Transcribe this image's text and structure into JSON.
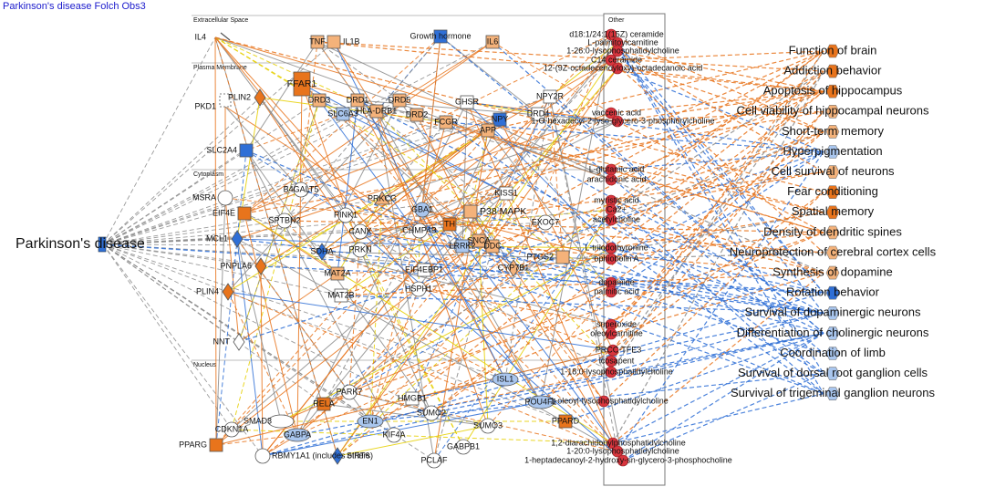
{
  "title": "Parkinson's disease Folch Obs3",
  "compartments": [
    "Extracellular Space",
    "Plasma Membrane",
    "Cytoplasm",
    "Nucleus"
  ],
  "other_label": "Other",
  "hub": {
    "label": "Parkinson's disease",
    "color": "#2f6fd6"
  },
  "colors": {
    "upregulated_strong": "#e8741c",
    "upregulated_light": "#f4b27a",
    "downregulated_strong": "#2f6fd6",
    "downregulated_light": "#a9c6ee",
    "measured_red": "#d9353d",
    "neutral": "#ffffff",
    "edge_orange": "#e8741c",
    "edge_blue": "#2f6fd6",
    "edge_yellow": "#e6cf00",
    "edge_gray": "#8a8a8a"
  },
  "nodes": [
    {
      "id": "IL4",
      "label": "IL4",
      "shape": "slash",
      "color": "neutral"
    },
    {
      "id": "TNF",
      "label": "TNF",
      "shape": "square",
      "color": "upregulated_light"
    },
    {
      "id": "IL1B",
      "label": "IL1B",
      "shape": "square",
      "color": "upregulated_light"
    },
    {
      "id": "GH",
      "label": "Growth hormone",
      "shape": "square",
      "color": "downregulated_strong"
    },
    {
      "id": "IL6",
      "label": "IL6",
      "shape": "square",
      "color": "upregulated_light"
    },
    {
      "id": "FFAR1",
      "label": "FFAR1",
      "shape": "rect",
      "color": "upregulated_strong"
    },
    {
      "id": "PLIN2",
      "label": "PLIN2",
      "shape": "diamond",
      "color": "upregulated_strong"
    },
    {
      "id": "PKD1",
      "label": "PKD1",
      "shape": "dashedbox",
      "color": "neutral"
    },
    {
      "id": "DRD3",
      "label": "DRD3",
      "shape": "square",
      "color": "upregulated_light"
    },
    {
      "id": "DRD1",
      "label": "DRD1",
      "shape": "square",
      "color": "upregulated_light"
    },
    {
      "id": "DRD5",
      "label": "DRD5",
      "shape": "square",
      "color": "upregulated_light"
    },
    {
      "id": "HLA",
      "label": "HLA-DRB1",
      "shape": "square",
      "color": "upregulated_light"
    },
    {
      "id": "SLC6A3",
      "label": "SLC6A3",
      "shape": "square",
      "color": "downregulated_light"
    },
    {
      "id": "DRD2",
      "label": "DRD2",
      "shape": "square",
      "color": "upregulated_light"
    },
    {
      "id": "FCGR",
      "label": "FCGR",
      "shape": "square",
      "color": "upregulated_light"
    },
    {
      "id": "GHSR",
      "label": "GHSR",
      "shape": "square",
      "color": "neutral"
    },
    {
      "id": "NPY",
      "label": "NPY",
      "shape": "square",
      "color": "downregulated_strong"
    },
    {
      "id": "DRD4",
      "label": "DRD4",
      "shape": "square",
      "color": "neutral"
    },
    {
      "id": "NPY2R",
      "label": "NPY2R",
      "shape": "square",
      "color": "neutral"
    },
    {
      "id": "APP",
      "label": "APP",
      "shape": "square",
      "color": "upregulated_light"
    },
    {
      "id": "SLC2A4",
      "label": "SLC2A4",
      "shape": "square",
      "color": "downregulated_strong"
    },
    {
      "id": "MSRA",
      "label": "MSRA",
      "shape": "circle",
      "color": "neutral"
    },
    {
      "id": "B4GALT5",
      "label": "B4GALT5",
      "shape": "circle",
      "color": "neutral"
    },
    {
      "id": "EIF4E",
      "label": "EIF4E",
      "shape": "square",
      "color": "upregulated_strong"
    },
    {
      "id": "SPTBN2",
      "label": "SPTBN2",
      "shape": "circle",
      "color": "neutral"
    },
    {
      "id": "PINK1",
      "label": "PINK1",
      "shape": "circle",
      "color": "neutral"
    },
    {
      "id": "PRKCG",
      "label": "PRKCG",
      "shape": "triangle",
      "color": "upregulated_light"
    },
    {
      "id": "GBA1",
      "label": "GBA1",
      "shape": "circle",
      "color": "downregulated_light"
    },
    {
      "id": "P38",
      "label": "P38 MAPK",
      "shape": "square",
      "color": "upregulated_light"
    },
    {
      "id": "KISS1",
      "label": "KISS1",
      "shape": "square",
      "color": "neutral"
    },
    {
      "id": "MCL1",
      "label": "MCL1",
      "shape": "diamond",
      "color": "downregulated_strong"
    },
    {
      "id": "SDHA",
      "label": "SDHA",
      "shape": "diamond",
      "color": "downregulated_strong"
    },
    {
      "id": "CANX",
      "label": "CANX",
      "shape": "circle",
      "color": "neutral"
    },
    {
      "id": "CHMP4B",
      "label": "CHMP4B",
      "shape": "circle",
      "color": "neutral"
    },
    {
      "id": "TH",
      "label": "TH",
      "shape": "square",
      "color": "upregulated_strong"
    },
    {
      "id": "SNCA",
      "label": "SNCA",
      "shape": "square",
      "color": "upregulated_light"
    },
    {
      "id": "DDC",
      "label": "DDC",
      "shape": "square",
      "color": "upregulated_light"
    },
    {
      "id": "LRRK2",
      "label": "LRRK2",
      "shape": "square",
      "color": "downregulated_light"
    },
    {
      "id": "EXOC7",
      "label": "EXOC7",
      "shape": "circle",
      "color": "neutral"
    },
    {
      "id": "PTGS2",
      "label": "PTGS2",
      "shape": "square",
      "color": "upregulated_light"
    },
    {
      "id": "PNPLA6",
      "label": "PNPLA6",
      "shape": "diamond",
      "color": "upregulated_strong"
    },
    {
      "id": "PRKN",
      "label": "PRKN",
      "shape": "circle",
      "color": "neutral"
    },
    {
      "id": "MAT2A",
      "label": "MAT2A",
      "shape": "square",
      "color": "upregulated_light"
    },
    {
      "id": "EIF4EBP1",
      "label": "EIF4EBP1",
      "shape": "square",
      "color": "neutral"
    },
    {
      "id": "CYP7B1",
      "label": "CYP7B1",
      "shape": "diamond",
      "color": "upregulated_light"
    },
    {
      "id": "PLIN4",
      "label": "PLIN4",
      "shape": "diamond",
      "color": "upregulated_strong"
    },
    {
      "id": "MAT2B",
      "label": "MAT2B",
      "shape": "square",
      "color": "neutral"
    },
    {
      "id": "HSPH1",
      "label": "HSPH1",
      "shape": "circle",
      "color": "neutral"
    },
    {
      "id": "NNT",
      "label": "NNT",
      "shape": "diamond",
      "color": "neutral"
    },
    {
      "id": "PARK7",
      "label": "PARK7",
      "shape": "circle",
      "color": "neutral"
    },
    {
      "id": "RELA",
      "label": "RELA",
      "shape": "square",
      "color": "upregulated_strong"
    },
    {
      "id": "HMGB1",
      "label": "HMGB1",
      "shape": "square",
      "color": "neutral"
    },
    {
      "id": "ISL1",
      "label": "ISL1",
      "shape": "ellipse",
      "color": "downregulated_light"
    },
    {
      "id": "POU4F1",
      "label": "POU4F1",
      "shape": "ellipse",
      "color": "downregulated_light"
    },
    {
      "id": "SUMO2",
      "label": "SUMO2",
      "shape": "circle",
      "color": "neutral"
    },
    {
      "id": "SUMO3",
      "label": "SUMO3",
      "shape": "circle",
      "color": "neutral"
    },
    {
      "id": "CDKN1A",
      "label": "CDKN1A",
      "shape": "circle",
      "color": "neutral"
    },
    {
      "id": "SMAD3",
      "label": "SMAD3",
      "shape": "ellipse",
      "color": "neutral"
    },
    {
      "id": "EN1",
      "label": "EN1",
      "shape": "ellipse",
      "color": "downregulated_light"
    },
    {
      "id": "GABPA",
      "label": "GABPA",
      "shape": "ellipse",
      "color": "downregulated_light"
    },
    {
      "id": "KIF4A",
      "label": "KIF4A",
      "shape": "circle",
      "color": "neutral"
    },
    {
      "id": "GABPB1",
      "label": "GABPB1",
      "shape": "circle",
      "color": "neutral"
    },
    {
      "id": "PPARD",
      "label": "PPARD",
      "shape": "square",
      "color": "upregulated_strong"
    },
    {
      "id": "PPARG",
      "label": "PPARG",
      "shape": "square",
      "color": "upregulated_strong"
    },
    {
      "id": "RBMY1A1",
      "label": "RBMY1A1 (includes others)",
      "shape": "circle",
      "color": "neutral"
    },
    {
      "id": "SIRT6",
      "label": "SIRT6",
      "shape": "diamond",
      "color": "downregulated_strong"
    },
    {
      "id": "PCLAF",
      "label": "PCLAF",
      "shape": "circle",
      "color": "neutral"
    }
  ],
  "metabolites": [
    {
      "id": "m1",
      "label": "d18:1/24:1(15Z) ceramide",
      "color": "measured_red"
    },
    {
      "id": "m2",
      "label": "L-palmitoylcarnitine",
      "color": "measured_red"
    },
    {
      "id": "m3",
      "label": "1-26:0-lysophosphatidylcholine",
      "color": "measured_red"
    },
    {
      "id": "m4",
      "label": "C14 ceramide",
      "color": "measured_red"
    },
    {
      "id": "m5",
      "label": "12-(9Z-octadecenoyloxy)-octadecanoic acid",
      "color": "measured_red"
    },
    {
      "id": "m6",
      "label": "vaccenic acid",
      "color": "measured_red"
    },
    {
      "id": "m7",
      "label": "1-O-hexadecyl-2-lyso-glycero-3-phosphorylcholine",
      "color": "measured_red"
    },
    {
      "id": "m8",
      "label": "L-glutamic acid",
      "color": "measured_red"
    },
    {
      "id": "m9",
      "label": "arachidonic acid",
      "color": "measured_red"
    },
    {
      "id": "m10",
      "label": "myristic acid",
      "color": "measured_red"
    },
    {
      "id": "m11",
      "label": "Ca2+",
      "color": "measured_red"
    },
    {
      "id": "m12",
      "label": "acetylcholine",
      "color": "measured_red"
    },
    {
      "id": "m13",
      "label": "L-triiodothyronine",
      "color": "measured_red"
    },
    {
      "id": "m14",
      "label": "ophiobolin A",
      "color": "measured_red"
    },
    {
      "id": "m15",
      "label": "dopamine",
      "color": "measured_red"
    },
    {
      "id": "m16",
      "label": "palmitic acid",
      "color": "measured_red"
    },
    {
      "id": "m17",
      "label": "superoxide",
      "color": "measured_red"
    },
    {
      "id": "m18",
      "label": "oleoylcarnitine",
      "color": "measured_red"
    },
    {
      "id": "m19",
      "label": "PRCC-TFE3",
      "color": "measured_red"
    },
    {
      "id": "m20",
      "label": "icosapent",
      "color": "measured_red"
    },
    {
      "id": "m21",
      "label": "1-18:0-lysophosphatidylcholine",
      "color": "measured_red"
    },
    {
      "id": "m22",
      "label": "1-oleoyl-lysophosphatidylcholine",
      "color": "measured_red"
    },
    {
      "id": "m23",
      "label": "1,2-diarachidonylphosphatidylcholine",
      "color": "measured_red"
    },
    {
      "id": "m24",
      "label": "1-20:0-lysophosphatidylcholine",
      "color": "measured_red"
    },
    {
      "id": "m25",
      "label": "1-heptadecanoyl-2-hydroxy-sn-glycero-3-phosphocholine",
      "color": "measured_red"
    }
  ],
  "functions": [
    {
      "label": "Function of brain",
      "color": "upregulated_strong"
    },
    {
      "label": "Addiction behavior",
      "color": "upregulated_strong"
    },
    {
      "label": "Apoptosis of hippocampus",
      "color": "upregulated_strong"
    },
    {
      "label": "Cell viability of hippocampal neurons",
      "color": "upregulated_light"
    },
    {
      "label": "Short-term memory",
      "color": "upregulated_light"
    },
    {
      "label": "Hyperpigmentation",
      "color": "downregulated_light"
    },
    {
      "label": "Cell survival of neurons",
      "color": "upregulated_light"
    },
    {
      "label": "Fear conditioning",
      "color": "upregulated_strong"
    },
    {
      "label": "Spatial memory",
      "color": "upregulated_strong"
    },
    {
      "label": "Density of dendritic spines",
      "color": "upregulated_light"
    },
    {
      "label": "Neuroprotection of cerebral cortex cells",
      "color": "upregulated_light"
    },
    {
      "label": "Synthesis of dopamine",
      "color": "upregulated_light"
    },
    {
      "label": "Rotation behavior",
      "color": "downregulated_strong"
    },
    {
      "label": "Survival of dopaminergic neurons",
      "color": "downregulated_light"
    },
    {
      "label": "Differentiation of cholinergic neurons",
      "color": "downregulated_light"
    },
    {
      "label": "Coordination of limb",
      "color": "downregulated_light"
    },
    {
      "label": "Survival of dorsal root ganglion cells",
      "color": "downregulated_light"
    },
    {
      "label": "Survival of trigeminal ganglion neurons",
      "color": "downregulated_light"
    }
  ]
}
